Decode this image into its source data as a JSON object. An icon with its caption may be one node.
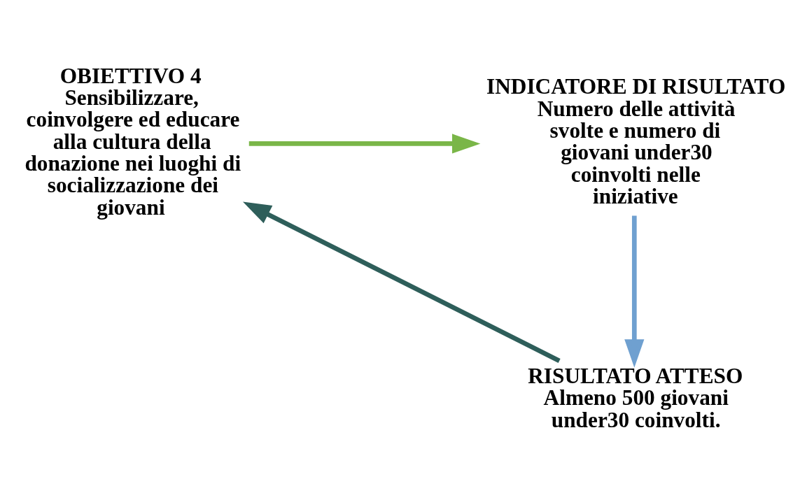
{
  "diagram": {
    "nodes": [
      {
        "text": [
          "OBIETTIVO 4",
          "Sensibilizzare, coinvolgere ed educare alla cultura della donazione nei luoghi di socializzazione dei giovani"
        ]
      },
      {
        "text": [
          "INDICATORE DI RISULTATO",
          "Numero delle attività svolte e numero di giovani under30 coinvolti nelle iniziative"
        ]
      },
      {
        "text": [
          "RISULTATO ATTESO",
          "Almeno 500 giovani under30 coinvolti."
        ]
      }
    ],
    "edges": [
      {
        "from": 0,
        "to": 1,
        "arrow": "to",
        "color": "#7ab648"
      },
      {
        "from": 1,
        "to": 2,
        "arrow": "to",
        "color": "#6fa0d0"
      },
      {
        "from": 2,
        "to": 0,
        "arrow": "to",
        "color": "#2e5e5a"
      }
    ]
  }
}
